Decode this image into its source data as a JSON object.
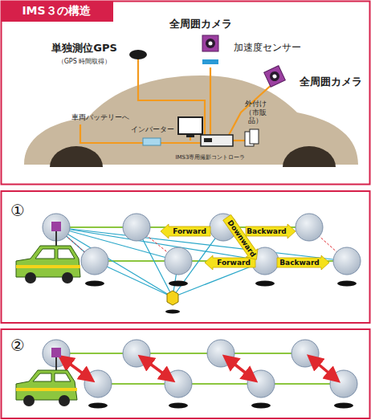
{
  "diagram": {
    "title": "IMS３の構造",
    "labels": [
      "全周囲カメラ",
      "加速度センサー",
      "単独測位GPS",
      "（GPS 時間取得）",
      "全周囲カメラ",
      "車両バッテリーへ",
      "インバーター",
      "外付け （市販品）",
      "IMS3専用撮影コントローラ",
      "①",
      "Forward",
      "Backward",
      "Downward",
      "Forward",
      "Backward",
      "②"
    ]
  }
}
